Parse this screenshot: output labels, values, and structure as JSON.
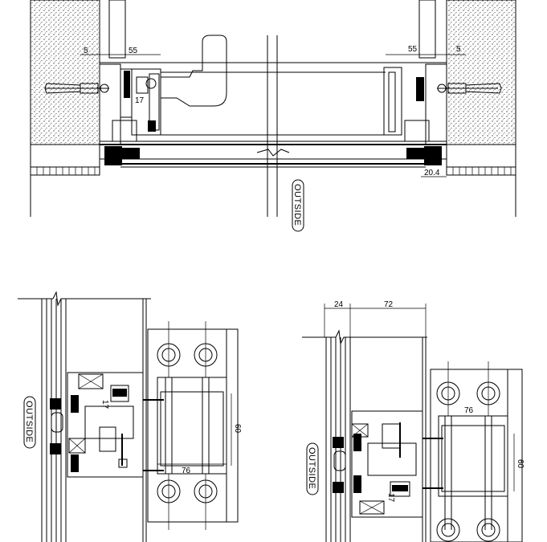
{
  "labels": {
    "outside_top": "OUTSIDE",
    "outside_bottom_left": "OUTSIDE",
    "outside_bottom_right": "OUTSIDE"
  },
  "dimensions_top": {
    "left_55": "55",
    "left_5": "5",
    "left_17": "17",
    "left_20_4": "20.4",
    "right_55": "55",
    "right_5": "5",
    "right_20_4": "20.4"
  },
  "dimensions_bottom_left": {
    "d17": "17",
    "d76": "76",
    "d60": "60"
  },
  "dimensions_bottom_right": {
    "d24": "24",
    "d72": "72",
    "d76": "76",
    "d60": "60",
    "d17": "17"
  }
}
